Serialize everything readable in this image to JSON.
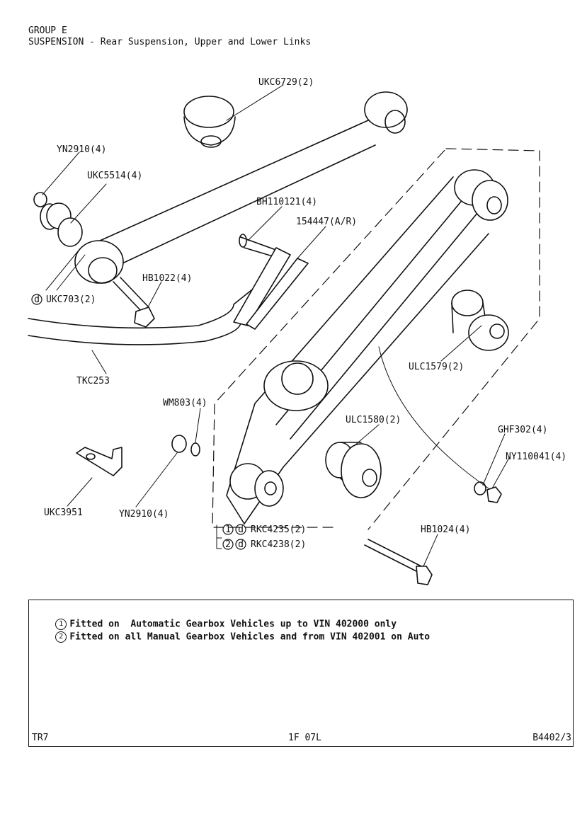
{
  "header": {
    "group": "GROUP E",
    "title": "SUSPENSION - Rear Suspension, Upper and Lower Links"
  },
  "parts": [
    {
      "id": "p1",
      "label": "UKC6729(2)"
    },
    {
      "id": "p2",
      "label": "YN2910(4)"
    },
    {
      "id": "p3",
      "label": "UKC5514(4)"
    },
    {
      "id": "p4",
      "label": "BH110121(4)"
    },
    {
      "id": "p5",
      "label": "154447(A/R)"
    },
    {
      "id": "p6",
      "label": "HB1022(4)"
    },
    {
      "id": "p7",
      "label": "UKC703(2)"
    },
    {
      "id": "p8",
      "label": "TKC253"
    },
    {
      "id": "p9",
      "label": "ULC1579(2)"
    },
    {
      "id": "p10",
      "label": "WM803(4)"
    },
    {
      "id": "p11",
      "label": "ULC1580(2)"
    },
    {
      "id": "p12",
      "label": "GHF302(4)"
    },
    {
      "id": "p13",
      "label": "NY110041(4)"
    },
    {
      "id": "p14",
      "label": "UKC3951"
    },
    {
      "id": "p15",
      "label": "YN2910(4)"
    },
    {
      "id": "p16",
      "label": "RKC4235(2)"
    },
    {
      "id": "p17",
      "label": "RKC4238(2)"
    },
    {
      "id": "p18",
      "label": "HB1024(4)"
    }
  ],
  "markers": {
    "one": "1",
    "two": "2",
    "d": "d"
  },
  "notes": [
    {
      "marker": "1",
      "text": "Fitted on  Automatic Gearbox Vehicles up to VIN 402000 only"
    },
    {
      "marker": "2",
      "text": "Fitted on all Manual Gearbox Vehicles and from VIN 402001 on Auto"
    }
  ],
  "footer": {
    "left": "TR7",
    "center": "1F 07L",
    "right": "B4402/3"
  }
}
